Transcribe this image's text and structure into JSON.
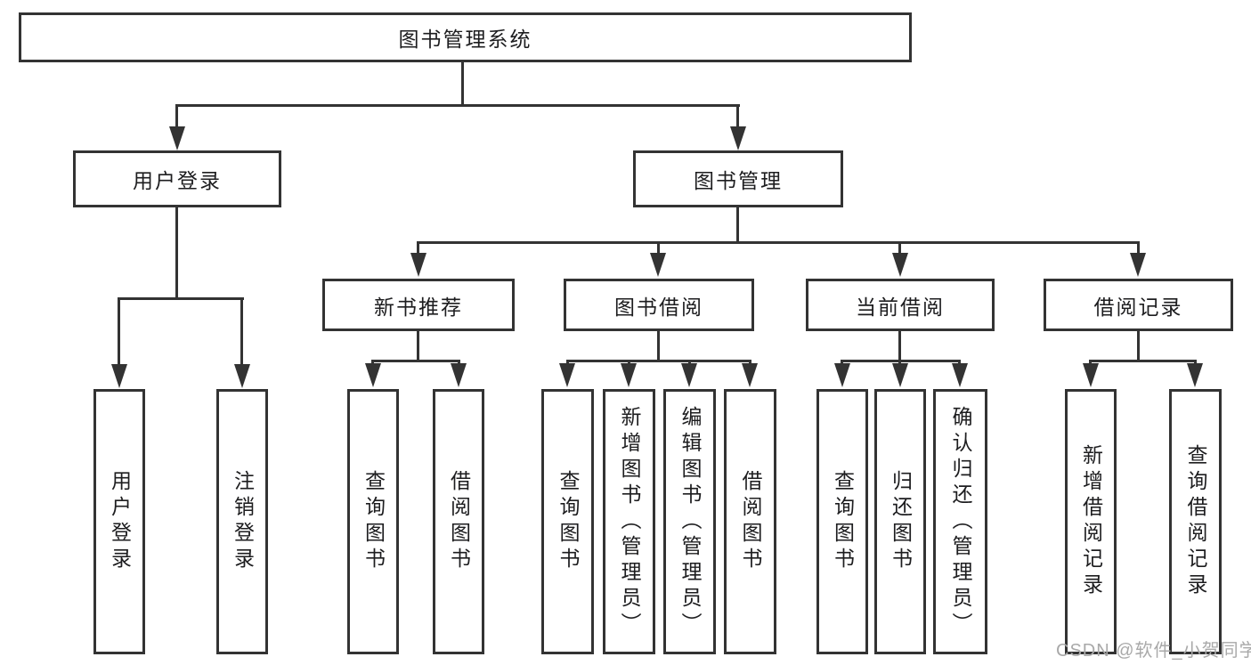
{
  "colors": {
    "line": "#333333",
    "text": "#1d1d1f",
    "background": "#ffffff",
    "watermark": "#a9a9a9"
  },
  "watermark": {
    "text": "CSDN @软件_小贺同学"
  },
  "tree": {
    "root": {
      "label": "图书管理系统",
      "children": [
        {
          "label": "用户登录",
          "children": [
            {
              "label": "用户登录"
            },
            {
              "label": "注销登录"
            }
          ]
        },
        {
          "label": "图书管理",
          "children": [
            {
              "label": "新书推荐",
              "children": [
                {
                  "label": "查询图书"
                },
                {
                  "label": "借阅图书"
                }
              ]
            },
            {
              "label": "图书借阅",
              "children": [
                {
                  "label": "查询图书"
                },
                {
                  "label": "新增图书（管理员）"
                },
                {
                  "label": "编辑图书（管理员）"
                },
                {
                  "label": "借阅图书"
                }
              ]
            },
            {
              "label": "当前借阅",
              "children": [
                {
                  "label": "查询图书"
                },
                {
                  "label": "归还图书"
                },
                {
                  "label": "确认归还（管理员）"
                }
              ]
            },
            {
              "label": "借阅记录",
              "children": [
                {
                  "label": "新增借阅记录"
                },
                {
                  "label": "查询借阅记录"
                }
              ]
            }
          ]
        }
      ]
    }
  }
}
